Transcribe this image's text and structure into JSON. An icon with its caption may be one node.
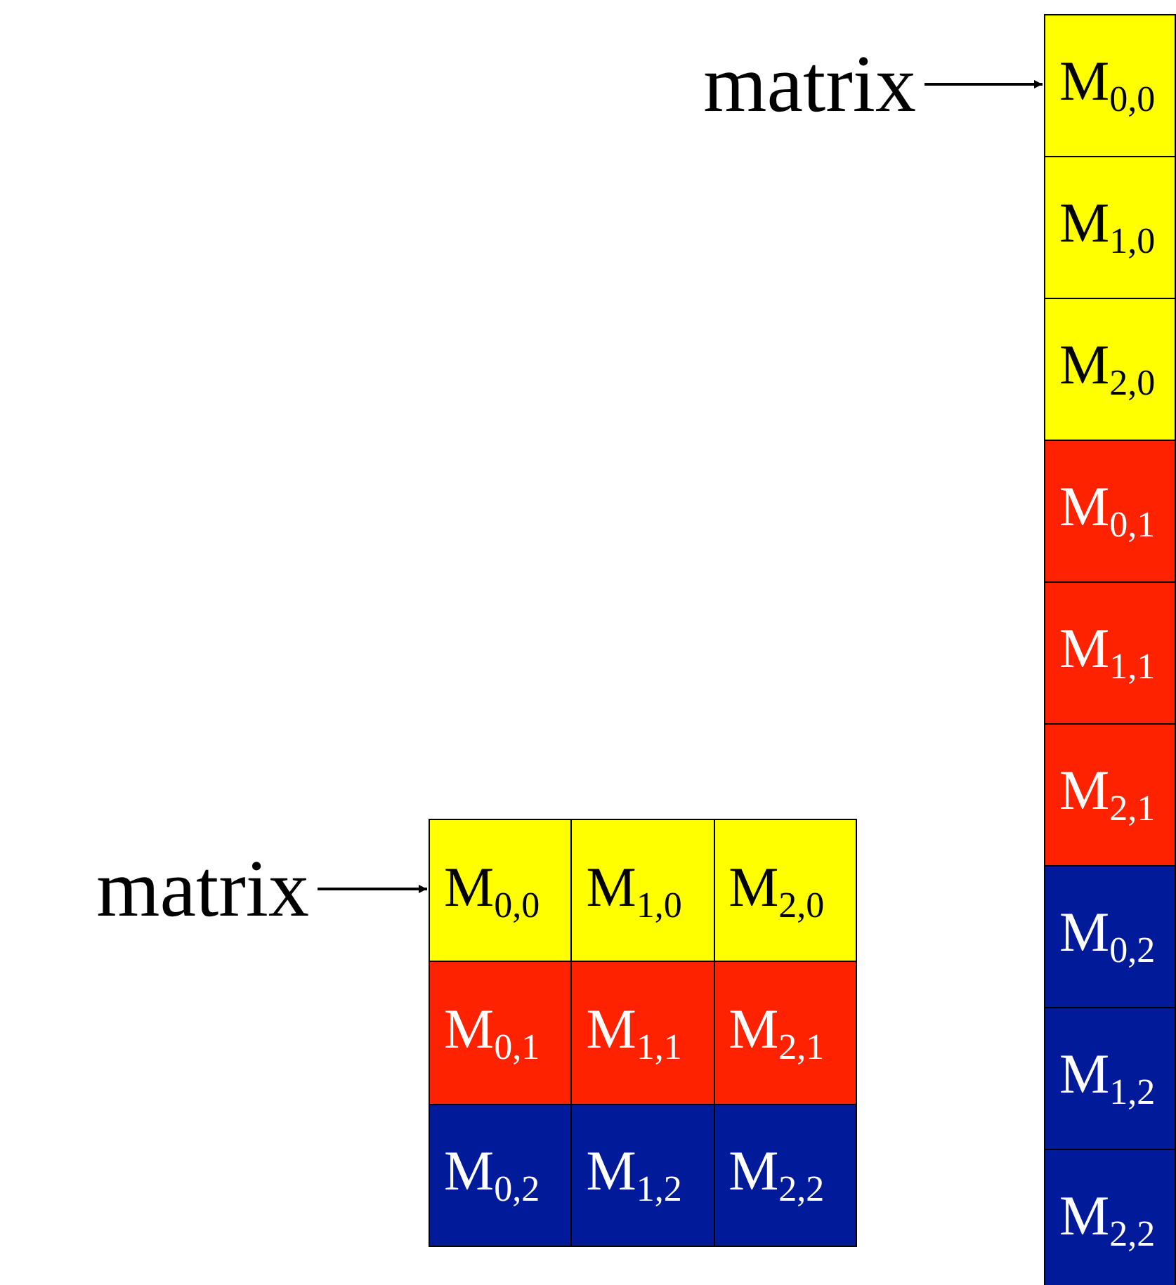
{
  "diagram": {
    "nodes": [
      {
        "text": [
          "matrix"
        ]
      },
      {
        "text": [
          "M$_{0,0}$"
        ]
      },
      {
        "text": [
          "M$_{1,0}$"
        ]
      },
      {
        "text": [
          "M$_{2,0}$"
        ]
      },
      {
        "text": [
          "M$_{0,1}$"
        ]
      },
      {
        "text": [
          "M$_{1,1}$"
        ]
      },
      {
        "text": [
          "M$_{2,1}$"
        ]
      },
      {
        "text": [
          "M$_{0,2}$"
        ]
      },
      {
        "text": [
          "M$_{1,2}$"
        ]
      },
      {
        "text": [
          "M$_{2,2}$"
        ]
      },
      {
        "text": [
          "matrix"
        ]
      },
      {
        "text": [
          "M$_{0,0}$"
        ]
      },
      {
        "text": [
          "M$_{1,0}$"
        ]
      },
      {
        "text": [
          "M$_{2,0}$"
        ]
      },
      {
        "text": [
          "M$_{0,1}$"
        ]
      },
      {
        "text": [
          "M$_{1,1}$"
        ]
      },
      {
        "text": [
          "M$_{2,1}$"
        ]
      },
      {
        "text": [
          "M$_{0,2}$"
        ]
      },
      {
        "text": [
          "M$_{1,2}$"
        ]
      },
      {
        "text": [
          "M$_{2,2}$"
        ]
      }
    ],
    "edges": [
      {
        "from": 0,
        "to": 1,
        "arrow": "to"
      },
      {
        "from": 10,
        "to": 11,
        "arrow": "to"
      }
    ]
  }
}
